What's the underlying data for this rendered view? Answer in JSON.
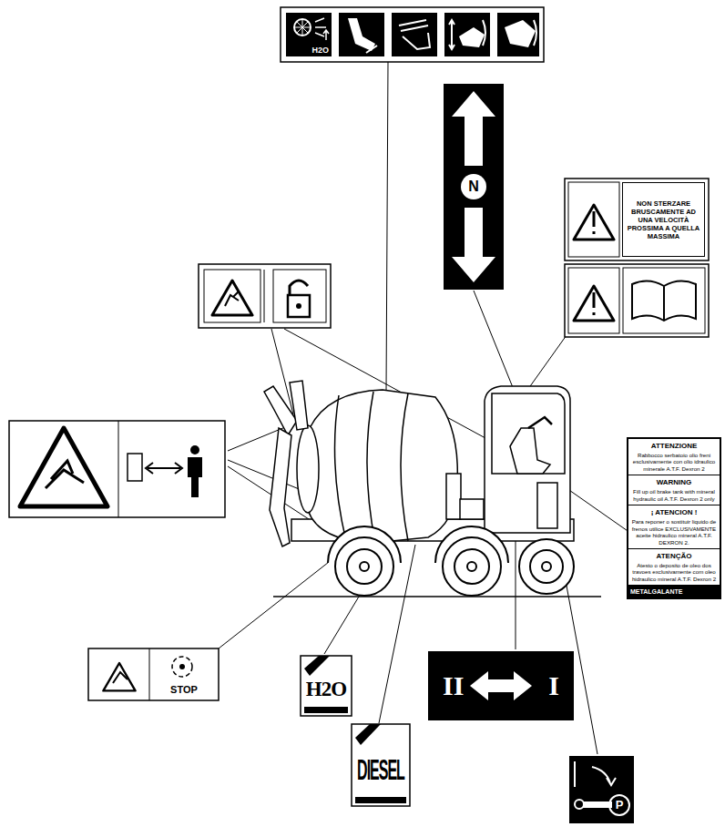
{
  "diagram": {
    "nodes": [
      {
        "text": [
          "H2O"
        ]
      },
      {
        "text": [
          "NON STERZARE BRUSCAMENTE AD UNA VELOCITÀ PROSSIMA A QUELLA MASSIMA"
        ]
      },
      {
        "text": [
          "N"
        ]
      },
      {
        "text": [
          "STOP"
        ]
      },
      {
        "text": [
          "H2O"
        ]
      },
      {
        "text": [
          "DIESEL"
        ]
      },
      {
        "text": [
          "II",
          "I"
        ]
      },
      {
        "text": [
          "P"
        ]
      },
      {
        "text": [
          "METALGALANTE"
        ]
      },
      {
        "text": [
          "ATTENZIONE",
          "Rabbocco serbatoio olio freni esclusivamente con olio idraulico minerale A.T.F. Dexron 2"
        ],
        "in": 8
      },
      {
        "text": [
          "WARNING",
          "Fill up oil brake tank with mineral hydraulic oil A.T.F. Dexron 2 only"
        ],
        "in": 8
      },
      {
        "text": [
          "¡ ATENCION !",
          "Para reponer o sostituir liquido de frenos utilice EXCLUSIVAMENTE aceite hidraulico mineral A.T.F. DEXRON 2."
        ],
        "in": 8
      },
      {
        "text": [
          "ATENÇÃO",
          "Atesto o deposito de oleo dos travoes exclusivamente com oleo hidraulico mineral A.T.F. Dexron 2"
        ],
        "in": 8
      }
    ]
  }
}
